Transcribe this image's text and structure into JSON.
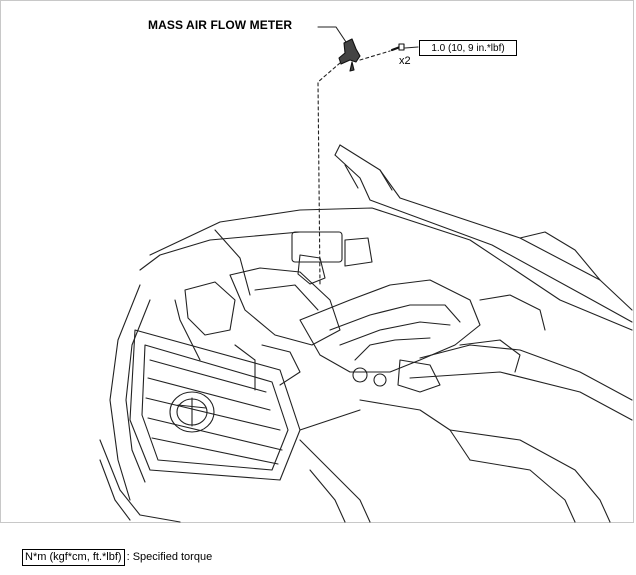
{
  "callout": {
    "part_label": "MASS AIR FLOW METER",
    "torque_value": "1.0 (10, 9 in.*lbf)",
    "quantity": "x2"
  },
  "legend": {
    "key": "N*m (kgf*cm, ft.*lbf)",
    "description": ": Specified torque"
  }
}
